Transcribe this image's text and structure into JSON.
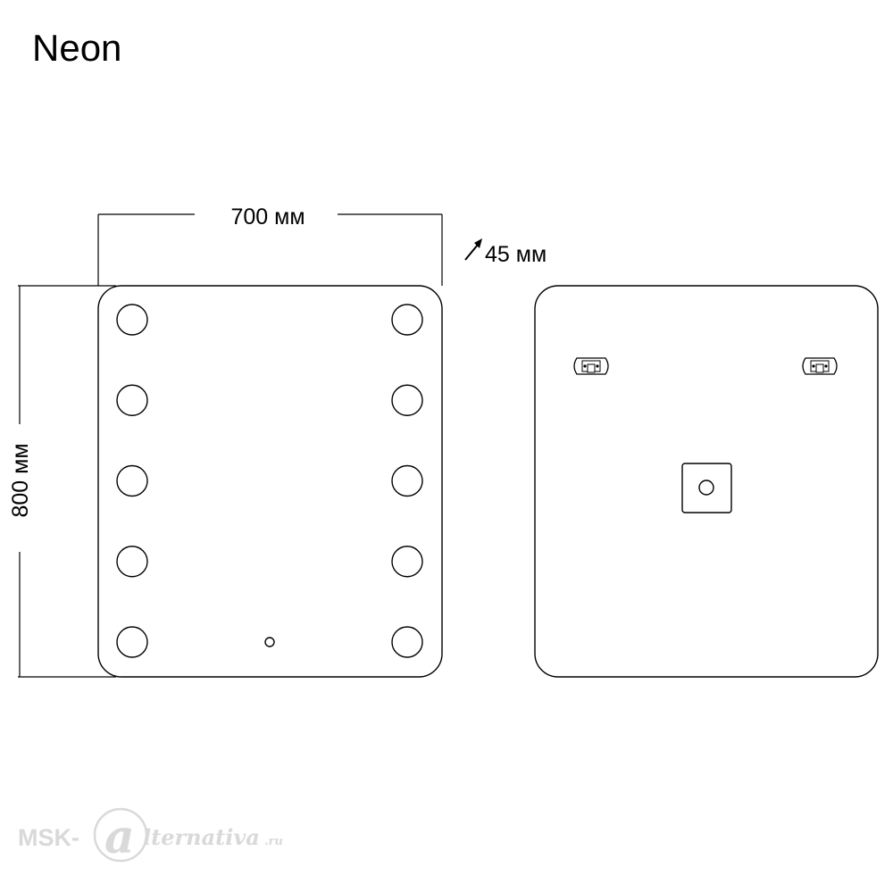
{
  "title": "Neon",
  "dimensions": {
    "width": "700 мм",
    "height": "800 мм",
    "depth": "45 мм"
  },
  "front_view": {
    "bulbs_per_side": 5,
    "sensor": "touch-sensor"
  },
  "back_view": {
    "hangers": 2,
    "junction_box": "junction-box"
  },
  "watermark": {
    "prefix": "MSK-",
    "mark": "a",
    "suffix": "lternativa",
    "tld": ".ru"
  },
  "colors": {
    "line": "#000000",
    "watermark": "#d9d9d9"
  }
}
